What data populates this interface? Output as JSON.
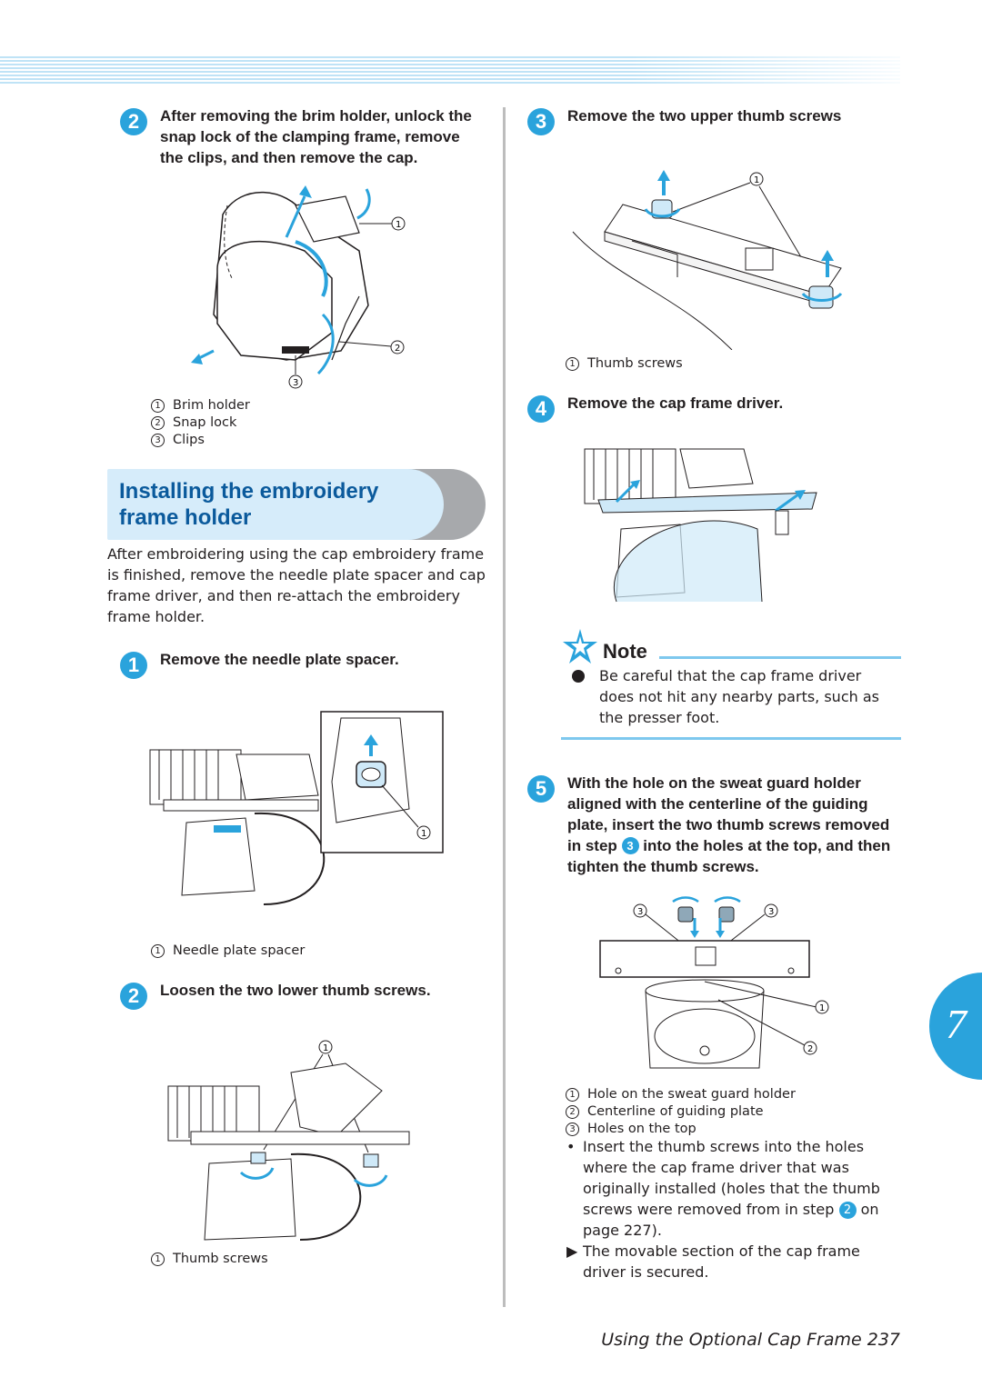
{
  "left_column": {
    "step_remove_cap": {
      "number": "2",
      "text": "After removing the brim holder, unlock the snap lock of the clamping frame, remove the clips, and then remove the cap.",
      "legend": [
        {
          "num": "1",
          "label": "Brim holder"
        },
        {
          "num": "2",
          "label": "Snap lock"
        },
        {
          "num": "3",
          "label": "Clips"
        }
      ]
    },
    "section": {
      "title": "Installing the embroidery frame holder",
      "intro": "After embroidering using the cap embroidery frame is finished, remove the needle plate spacer and cap frame driver, and then re-attach the embroidery frame holder."
    },
    "step1": {
      "number": "1",
      "text": "Remove the needle plate spacer.",
      "legend": [
        {
          "num": "1",
          "label": "Needle plate spacer"
        }
      ]
    },
    "step2": {
      "number": "2",
      "text": "Loosen the two lower thumb screws.",
      "legend": [
        {
          "num": "1",
          "label": "Thumb screws"
        }
      ]
    }
  },
  "right_column": {
    "step3": {
      "number": "3",
      "text": "Remove the two upper thumb screws",
      "legend": [
        {
          "num": "1",
          "label": "Thumb screws"
        }
      ]
    },
    "step4": {
      "number": "4",
      "text": "Remove the cap frame driver."
    },
    "note": {
      "title": "Note",
      "bullet": "Be careful that the cap frame driver does not hit any nearby parts, such as the presser foot."
    },
    "step5": {
      "number": "5",
      "text_before": "With the hole on the sweat guard holder aligned with the centerline of the guiding plate, insert the two thumb screws removed in step",
      "ref": "3",
      "text_after": "into the holes at the top, and then tighten the thumb screws.",
      "legend": [
        {
          "num": "1",
          "label": "Hole on the sweat guard holder"
        },
        {
          "num": "2",
          "label": "Centerline of guiding plate"
        },
        {
          "num": "3",
          "label": "Holes on the top"
        }
      ],
      "bullet1_before": "Insert the thumb screws into the holes where the cap frame driver that was originally installed (holes that the thumb screws were removed from in step",
      "bullet1_ref": "2",
      "bullet1_after": "on page 227).",
      "bullet2": "The movable section of the cap frame driver is secured."
    }
  },
  "chapter_tab": "7",
  "footer": {
    "title": "Using the Optional Cap Frame",
    "page": "237"
  },
  "colors": {
    "accent": "#2aa3dc",
    "heading": "#0b5a9c",
    "section_bg": "#d6ecfa"
  }
}
